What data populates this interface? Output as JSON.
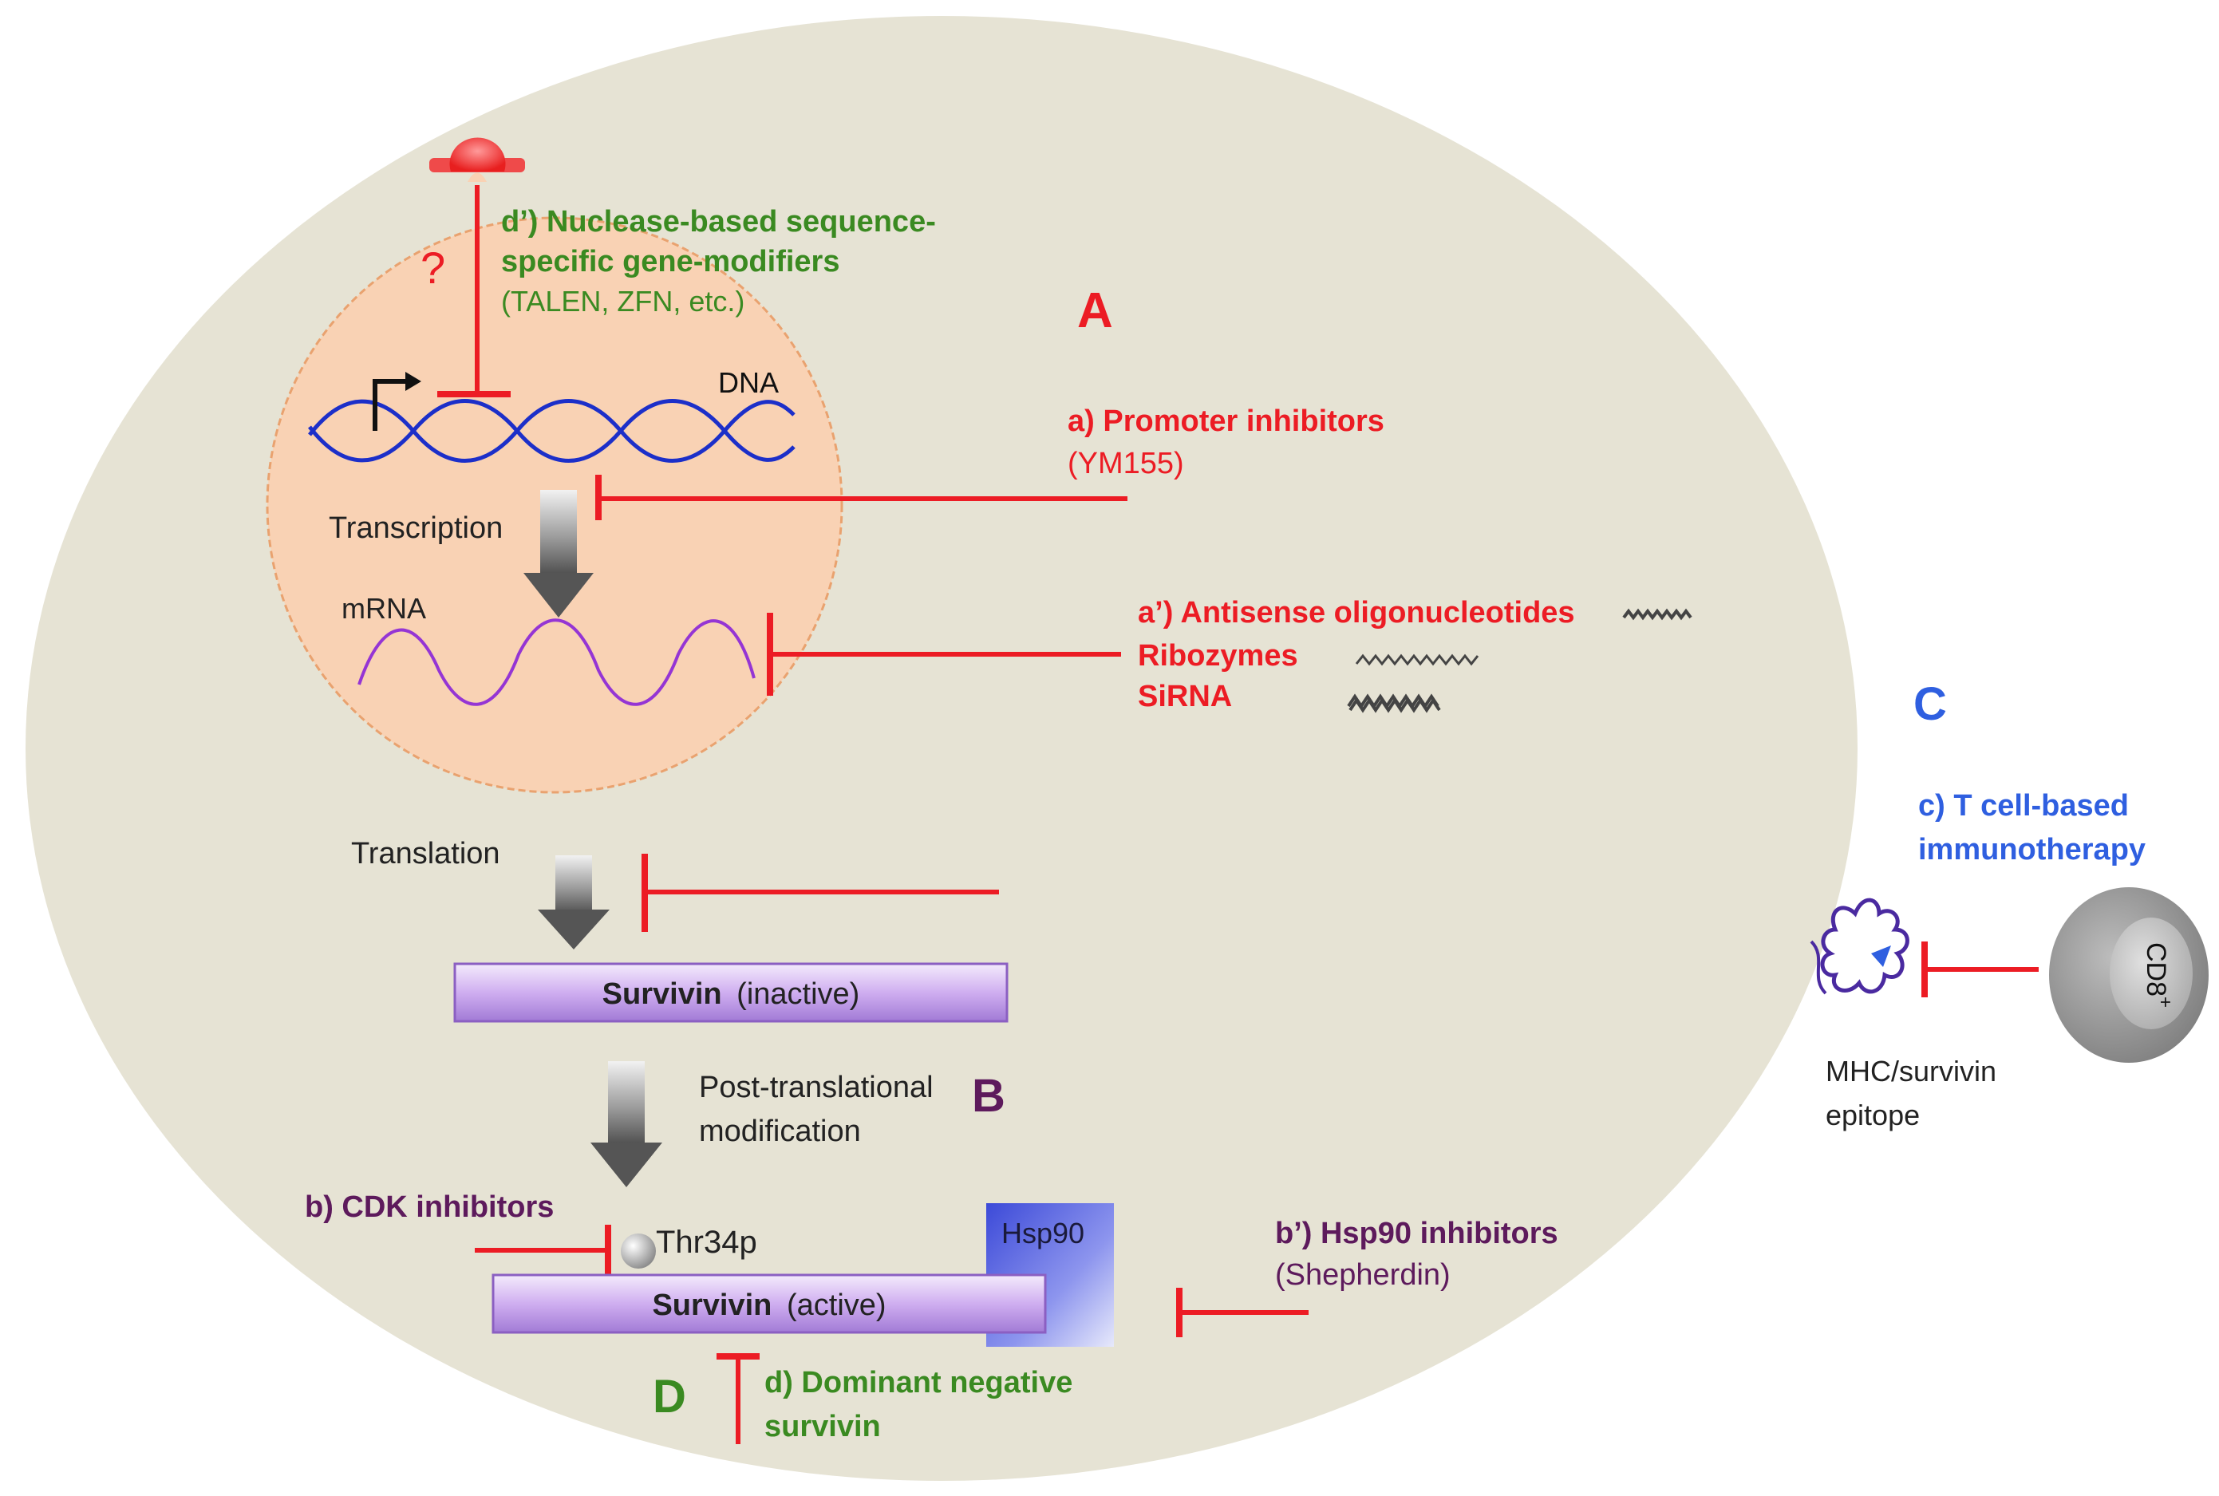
{
  "colors": {
    "cell": "#e6e3d4",
    "nucleus": "#f9d2b4",
    "nucleus_border": "#e9a26f",
    "inhib_red": "#ec1c24",
    "green": "#3a8a21",
    "purple": "#5d1a5c",
    "blue": "#2f5fe0",
    "dna": "#1c2fc9",
    "mrna": "#9535d4",
    "survivin_fill": "#c9a6ec",
    "hsp90": "#5d68e3"
  },
  "nucleus": {
    "question_mark": "?",
    "dprime_line1": "d’) Nuclease-based sequence-",
    "dprime_line2": "specific gene-modifiers",
    "dprime_line3": "(TALEN, ZFN, etc.)",
    "dna_label": "DNA",
    "transcription_label": "Transcription",
    "mrna_label": "mRNA"
  },
  "section_letters": {
    "A": "A",
    "B": "B",
    "C": "C",
    "D": "D"
  },
  "targets": {
    "a_title": "a) Promoter inhibitors",
    "a_drug": "(YM155)",
    "aprime_line1": "a’) Antisense oligonucleotides",
    "aprime_line2": "Ribozymes",
    "aprime_line3": "SiRNA",
    "b_title": "b) CDK inhibitors",
    "bprime_title": "b’) Hsp90 inhibitors",
    "bprime_drug": "(Shepherdin)",
    "c_line1": "c) T cell-based",
    "c_line2": "immunotherapy",
    "d_line1": "d) Dominant negative",
    "d_line2": "survivin"
  },
  "flow": {
    "translation_label": "Translation",
    "survivin_inactive_name": "Survivin",
    "survivin_inactive_state": "(inactive)",
    "ptm_line1": "Post-translational",
    "ptm_line2": "modification",
    "thr_label": "Thr34p",
    "hsp90_label": "Hsp90",
    "survivin_active_name": "Survivin",
    "survivin_active_state": "(active)"
  },
  "tcell": {
    "cd8_label": "CD8",
    "cd8_sup": "+",
    "mhc_line1": "MHC/survivin",
    "mhc_line2": "epitope"
  }
}
